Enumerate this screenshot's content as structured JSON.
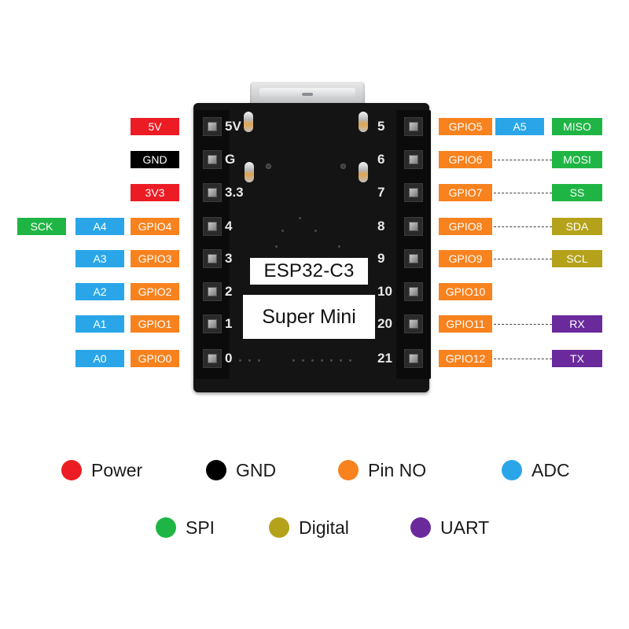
{
  "colors": {
    "power": "#ec1c24",
    "gnd": "#000000",
    "pin_no": "#f7821e",
    "adc": "#2aa6e8",
    "spi": "#1fb544",
    "digital": "#b4a21a",
    "uart": "#6a2a9c"
  },
  "board": {
    "chip_label": "ESP32-C3",
    "model_label": "Super Mini",
    "silk_left": [
      "5V",
      "G",
      "3.3",
      "4",
      "3",
      "2",
      "1",
      "0"
    ],
    "silk_right": [
      "5",
      "6",
      "7",
      "8",
      "9",
      "10",
      "20",
      "21"
    ]
  },
  "left_pins": [
    {
      "labels": [
        {
          "text": "5V",
          "kind": "power"
        }
      ]
    },
    {
      "labels": [
        {
          "text": "GND",
          "kind": "gnd"
        }
      ]
    },
    {
      "labels": [
        {
          "text": "3V3",
          "kind": "power"
        }
      ]
    },
    {
      "labels": [
        {
          "text": "GPIO4",
          "kind": "pin_no"
        },
        {
          "text": "A4",
          "kind": "adc"
        },
        {
          "text": "SCK",
          "kind": "spi"
        }
      ]
    },
    {
      "labels": [
        {
          "text": "GPIO3",
          "kind": "pin_no"
        },
        {
          "text": "A3",
          "kind": "adc"
        }
      ]
    },
    {
      "labels": [
        {
          "text": "GPIO2",
          "kind": "pin_no"
        },
        {
          "text": "A2",
          "kind": "adc"
        }
      ]
    },
    {
      "labels": [
        {
          "text": "GPIO1",
          "kind": "pin_no"
        },
        {
          "text": "A1",
          "kind": "adc"
        }
      ]
    },
    {
      "labels": [
        {
          "text": "GPIO0",
          "kind": "pin_no"
        },
        {
          "text": "A0",
          "kind": "adc"
        }
      ]
    }
  ],
  "right_pins": [
    {
      "gpio": "GPIO5",
      "adc": "A5",
      "func": "MISO",
      "func_kind": "spi"
    },
    {
      "gpio": "GPIO6",
      "adc": "",
      "func": "MOSI",
      "func_kind": "spi"
    },
    {
      "gpio": "GPIO7",
      "adc": "",
      "func": "SS",
      "func_kind": "spi"
    },
    {
      "gpio": "GPIO8",
      "adc": "",
      "func": "SDA",
      "func_kind": "digital"
    },
    {
      "gpio": "GPIO9",
      "adc": "",
      "func": "SCL",
      "func_kind": "digital"
    },
    {
      "gpio": "GPIO10",
      "adc": "",
      "func": "",
      "func_kind": ""
    },
    {
      "gpio": "GPIO11",
      "adc": "",
      "func": "RX",
      "func_kind": "uart"
    },
    {
      "gpio": "GPIO12",
      "adc": "",
      "func": "TX",
      "func_kind": "uart"
    }
  ],
  "legend": [
    {
      "label": "Power",
      "kind": "power"
    },
    {
      "label": "GND",
      "kind": "gnd"
    },
    {
      "label": "Pin NO",
      "kind": "pin_no"
    },
    {
      "label": "ADC",
      "kind": "adc"
    },
    {
      "label": "SPI",
      "kind": "spi"
    },
    {
      "label": "Digital",
      "kind": "digital"
    },
    {
      "label": "UART",
      "kind": "uart"
    }
  ]
}
